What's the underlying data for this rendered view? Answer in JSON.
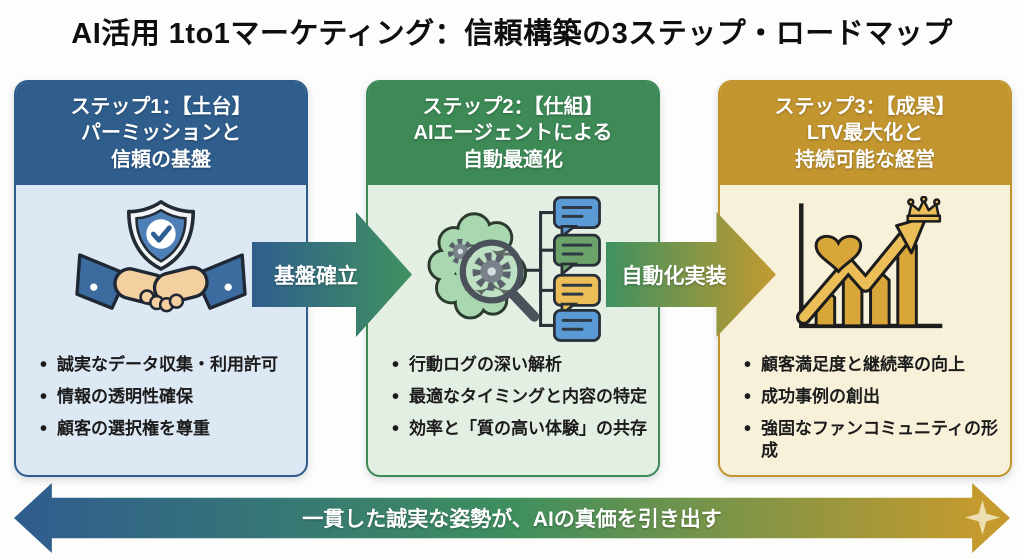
{
  "title": "AI活用 1to1マーケティング：信頼構築の3ステップ・ロードマップ",
  "steps": [
    {
      "header": [
        "ステップ1：【土台】",
        "パーミッションと",
        "信頼の基盤"
      ],
      "icon": "handshake-shield-icon",
      "bullets": [
        "誠実なデータ収集・利用許可",
        "情報の透明性確保",
        "顧客の選択権を尊重"
      ],
      "accent_color": "#2F5E8D",
      "body_color": "#DCE8F4"
    },
    {
      "header": [
        "ステップ2：【仕組】",
        "AIエージェントによる",
        "自動最適化"
      ],
      "icon": "brain-analysis-icon",
      "bullets": [
        "行動ログの深い解析",
        "最適なタイミングと内容の特定",
        "効率と「質の高い体験」の共存"
      ],
      "accent_color": "#3D8A56",
      "body_color": "#E4EFE3"
    },
    {
      "header": [
        "ステップ3：【成果】",
        "LTV最大化と",
        "持続可能な経営"
      ],
      "icon": "growth-chart-icon",
      "bullets": [
        "顧客満足度と継続率の向上",
        "成功事例の創出",
        "強固なファンコミュニティの形成"
      ],
      "accent_color": "#C2952F",
      "body_color": "#F8F1DA"
    }
  ],
  "arrows": [
    {
      "label": "基盤確立"
    },
    {
      "label": "自動化実装"
    }
  ],
  "banner": {
    "text": "一貫した誠実な姿勢が、AIの真価を引き出す",
    "icon": "sparkle-icon",
    "gradient": [
      "#2F5E8D",
      "#3E8F5E",
      "#C59A2E"
    ]
  }
}
